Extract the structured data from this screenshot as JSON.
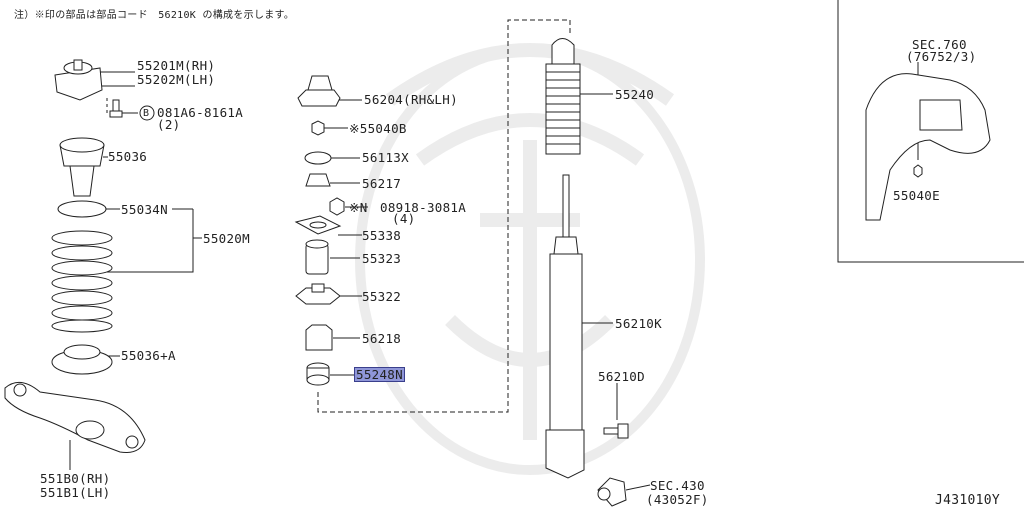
{
  "note": "注）※印の部品は部品コード　56210K の構成を示します。",
  "labels": {
    "p55201M": "55201M(RH)",
    "p55202M": "55202M(LH)",
    "p081A6": "081A6-8161A",
    "p081A6_prefix": "B",
    "p081A6_qty": "(2)",
    "p55036": "55036",
    "p55034N": "55034N",
    "p55020M": "55020M",
    "p55036A": "55036+A",
    "p551B0": "551B0(RH)",
    "p551B1": "551B1(LH)",
    "p56204": "56204(RH&LH)",
    "p55040B": "※55040B",
    "p56113X": "56113X",
    "p56217": "56217",
    "p08918": "08918-3081A",
    "p08918_prefix": "※N",
    "p08918_qty": "(4)",
    "p55338": "55338",
    "p55323": "55323",
    "p55322": "55322",
    "p56218": "56218",
    "p55248N": "55248N",
    "p55240": "55240",
    "p56210K": "56210K",
    "p56210D": "56210D",
    "sec430": "SEC.430",
    "sec430_sub": "(43052F)",
    "sec760": "SEC.760",
    "sec760_sub": "(76752/3)",
    "p55040E": "55040E",
    "figure_id": "J431010Y"
  },
  "highlight_color": "#8f96d8"
}
